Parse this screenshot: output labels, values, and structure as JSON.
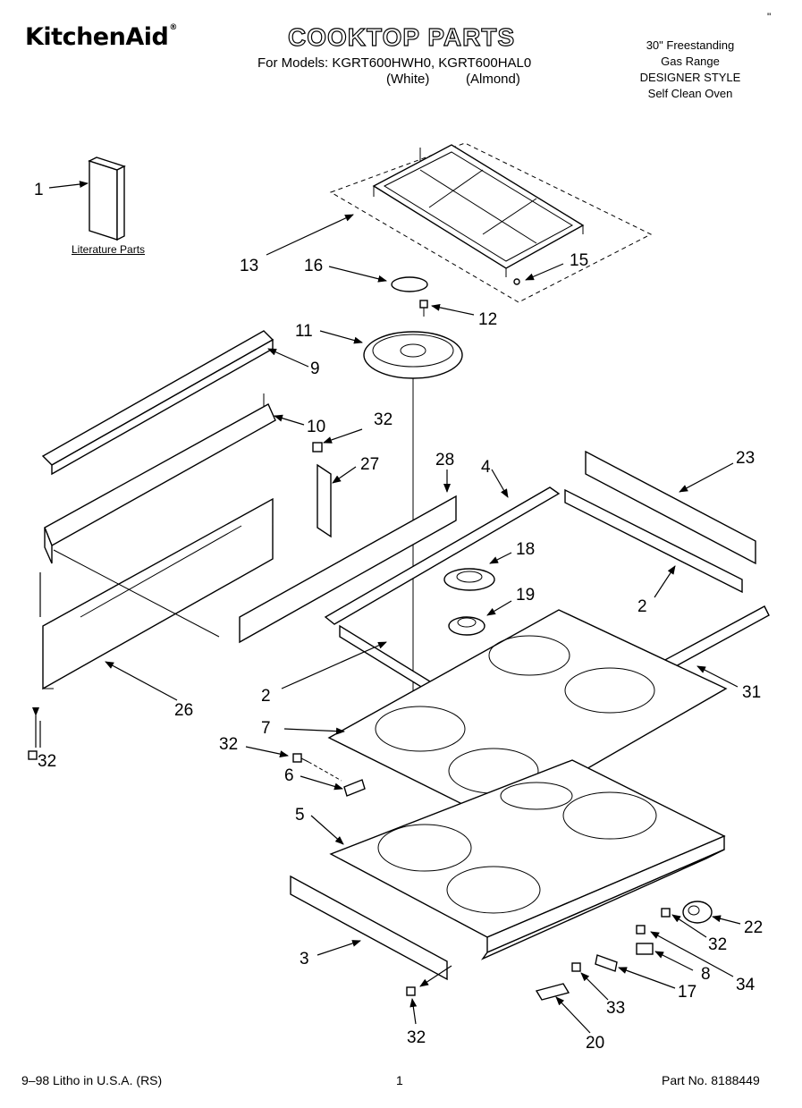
{
  "header": {
    "brand": "KitchenAid",
    "brand_mark": "®",
    "title": "COOKTOP PARTS",
    "models_line": "For Models: KGRT600HWH0, KGRT600HAL0",
    "finish_white": "(White)",
    "finish_almond": "(Almond)",
    "product_lines": [
      "30\" Freestanding",
      "Gas Range",
      "DESIGNER STYLE",
      "Self Clean Oven"
    ],
    "corner_mark": "\""
  },
  "literature_label": "Literature Parts",
  "callouts": [
    "1",
    "13",
    "15",
    "16",
    "12",
    "11",
    "9",
    "10",
    "32",
    "27",
    "28",
    "4",
    "23",
    "18",
    "2",
    "19",
    "2",
    "31",
    "26",
    "32",
    "7",
    "32",
    "6",
    "5",
    "22",
    "32",
    "8",
    "34",
    "3",
    "17",
    "33",
    "32",
    "20"
  ],
  "footer": {
    "litho": "9–98 Litho in U.S.A. (RS)",
    "page_number": "1",
    "part_number": "Part No. 8188449"
  }
}
